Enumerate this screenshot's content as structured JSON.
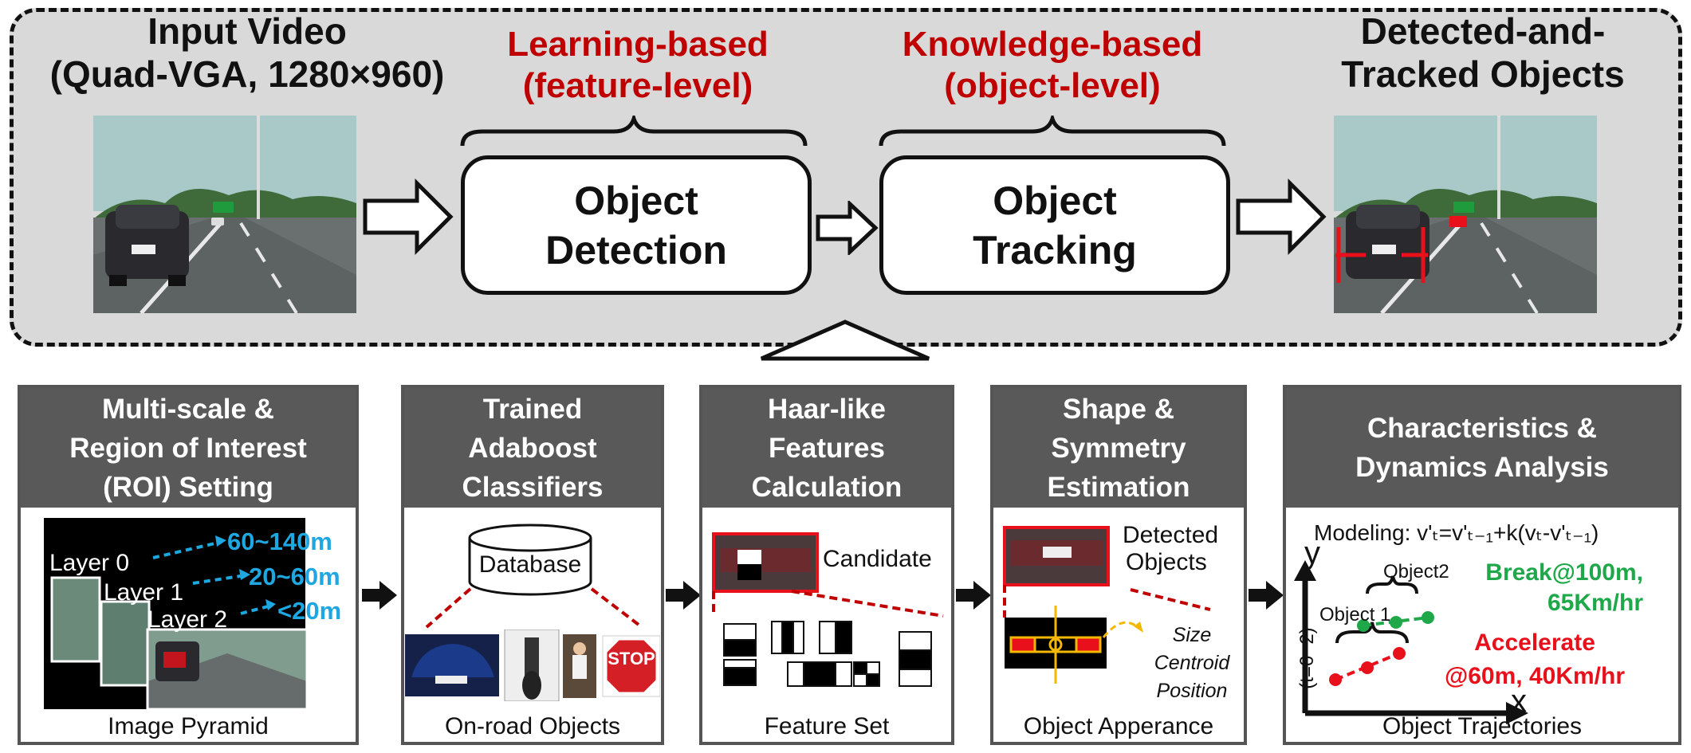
{
  "top": {
    "input_title_1": "Input Video",
    "input_title_2": "(Quad-VGA, 1280×960)",
    "learning_title_1": "Learning-based",
    "learning_title_2": "(feature-level)",
    "knowledge_title_1": "Knowledge-based",
    "knowledge_title_2": "(object-level)",
    "output_title_1": "Detected-and-",
    "output_title_2": "Tracked Objects",
    "detection_1": "Object",
    "detection_2": "Detection",
    "tracking_1": "Object",
    "tracking_2": "Tracking"
  },
  "steps": [
    {
      "title_1": "Multi-scale &",
      "title_2": "Region of Interest",
      "title_3": "(ROI) Setting",
      "caption": "Image Pyramid"
    },
    {
      "title_1": "Trained",
      "title_2": "Adaboost",
      "title_3": "Classifiers",
      "caption": "On-road Objects"
    },
    {
      "title_1": "Haar-like",
      "title_2": "Features",
      "title_3": "Calculation",
      "caption": "Feature Set"
    },
    {
      "title_1": "Shape &",
      "title_2": "Symmetry",
      "title_3": "Estimation",
      "caption": "Object Apperance"
    },
    {
      "title_1": "Characteristics &",
      "title_2": "Dynamics Analysis",
      "caption": "Object Trajectories"
    }
  ],
  "pyramid": {
    "layer0": "Layer 0",
    "layer1": "Layer 1",
    "layer2": "Layer 2",
    "range0": "60~140m",
    "range1": "20~60m",
    "range2": "<20m"
  },
  "classifier": {
    "database": "Database",
    "stop": "STOP"
  },
  "haar": {
    "candidate": "Candidate"
  },
  "shape": {
    "detected_1": "Detected",
    "detected_2": "Objects",
    "size": "Size",
    "centroid": "Centroid",
    "position": "Position"
  },
  "dynamics": {
    "modeling": "Modeling: v'ₜ=v'ₜ₋₁+k(vₜ-v'ₜ₋₁)",
    "y": "y",
    "x": "x",
    "t_axis": "(t=0~2)",
    "object1": "Object 1",
    "object2": "Object2",
    "break_1": "Break@100m,",
    "break_2": "65Km/hr",
    "accel_1": "Accelerate",
    "accel_2": "@60m, 40Km/hr"
  },
  "colors": {
    "red": "#c00000",
    "cyan": "#1ea7e1",
    "green": "#1fa84a",
    "header": "#595959"
  }
}
